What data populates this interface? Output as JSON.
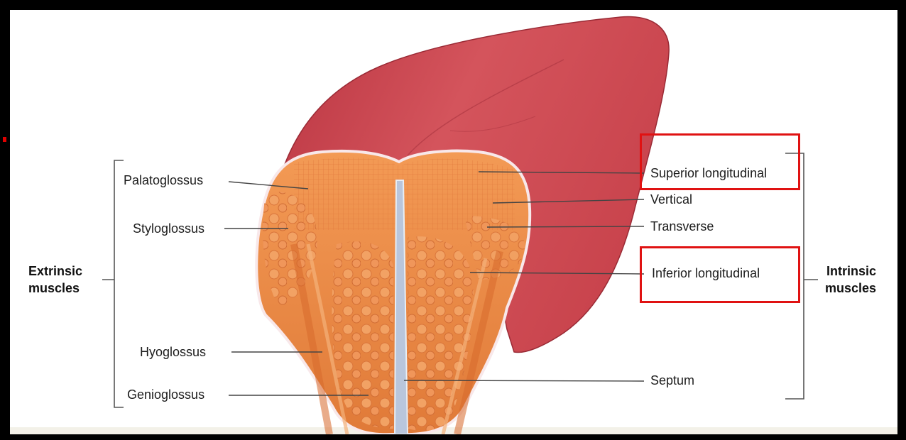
{
  "extrinsic": {
    "group_label_line1": "Extrinsic",
    "group_label_line2": "muscles",
    "items": [
      "Palatoglossus",
      "Styloglossus",
      "Hyoglossus",
      "Genioglossus"
    ]
  },
  "intrinsic": {
    "group_label_line1": "Intrinsic",
    "group_label_line2": "muscles",
    "items": [
      "Superior longitudinal",
      "Vertical",
      "Transverse",
      "Inferior longitudinal"
    ]
  },
  "septum_label": "Septum",
  "highlighted_labels": [
    "Superior longitudinal",
    "Inferior longitudinal"
  ],
  "colors": {
    "highlight_box": "#e01212",
    "tongue_surface": "#c9454f",
    "muscle": "#ee8a45"
  }
}
